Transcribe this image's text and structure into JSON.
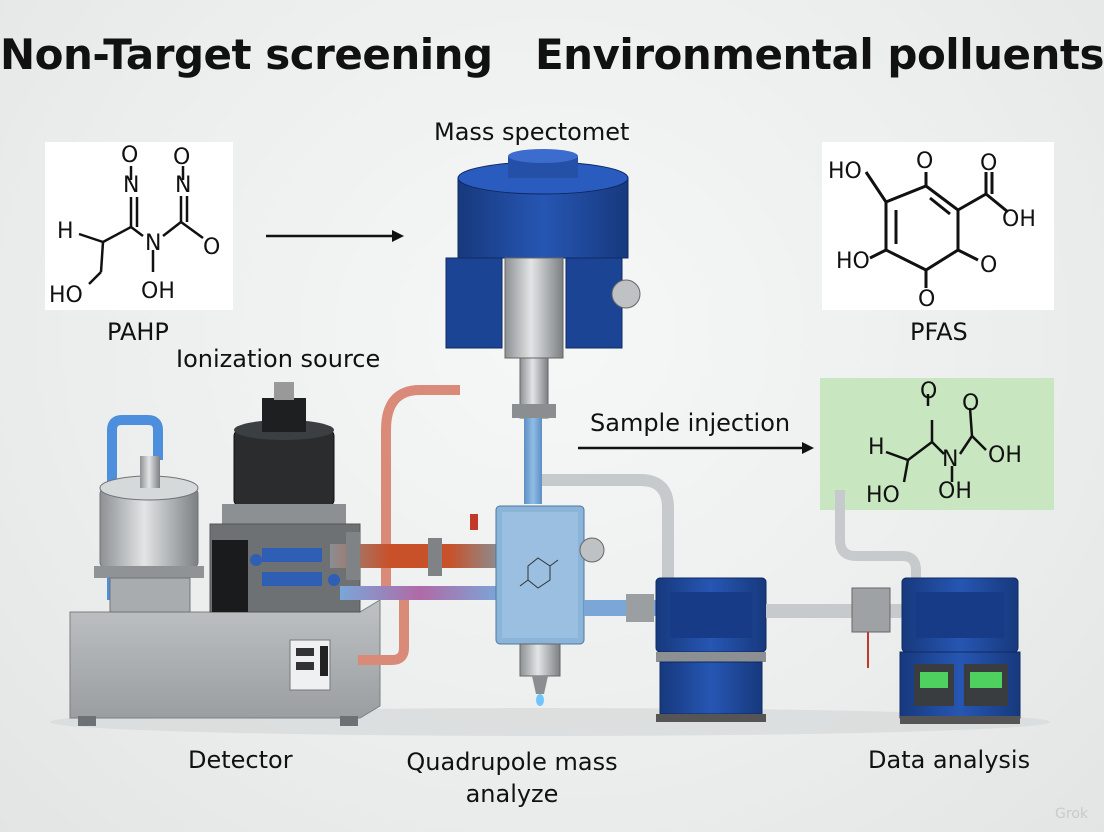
{
  "title": {
    "left": "Non-Target screening",
    "right": "Environmental polluents"
  },
  "labels": {
    "mass_spectrometer": "Mass spectomet",
    "ionization_source": "Ionization source",
    "pahp": "PAHP",
    "pfas": "PFAS",
    "sample_injection": "Sample injection",
    "detector": "Detector",
    "quadrupole_line1": "Quadrupole mass",
    "quadrupole_line2": "analyze",
    "data_analysis": "Data analysis"
  },
  "molecule_left": {
    "atoms": [
      "O",
      "N",
      "O",
      "N",
      "H",
      "N",
      "O",
      "HO",
      "OH"
    ]
  },
  "molecule_right": {
    "atoms": [
      "HO",
      "O",
      "O",
      "OH",
      "HO",
      "O",
      "O"
    ]
  },
  "molecule_green": {
    "atoms": [
      "O",
      "O",
      "H",
      "N",
      "OH",
      "HO",
      "OH"
    ]
  },
  "watermark": "Grok",
  "colors": {
    "machine_blue": "#1f4a9e",
    "background": "#eceeee",
    "green_panel": "#c8e6c0"
  }
}
